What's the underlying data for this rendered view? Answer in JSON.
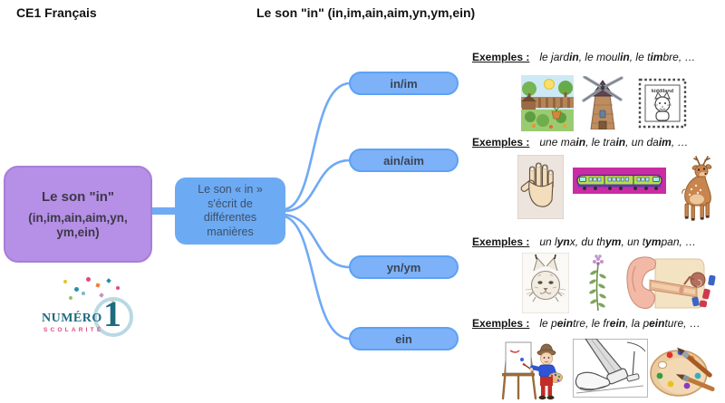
{
  "header": {
    "course": "CE1 Français",
    "title": "Le son \"in\" (in,im,ain,aim,yn,ym,ein)"
  },
  "mindmap": {
    "root": {
      "title": "Le son \"in\"",
      "sub1": "(in,im,ain,aim,yn,",
      "sub2": "ym,ein)"
    },
    "center": {
      "line1": "Le son « in »",
      "line2": "s'écrit de",
      "line3": "différentes",
      "line4": "manières"
    },
    "branches": [
      {
        "label": "in/im"
      },
      {
        "label": "ain/aim"
      },
      {
        "label": "yn/ym"
      },
      {
        "label": "ein"
      }
    ]
  },
  "examples": [
    {
      "label": "Exemples :",
      "segments": [
        [
          "le jard",
          0
        ],
        [
          "in",
          1
        ],
        [
          ", le moul",
          0
        ],
        [
          "in",
          1
        ],
        [
          ", le t",
          0
        ],
        [
          "im",
          1
        ],
        [
          "bre, …",
          0
        ]
      ],
      "pictures": [
        "jardin (garden)",
        "moulin (windmill)",
        "timbre (stamp)"
      ]
    },
    {
      "label": "Exemples :",
      "segments": [
        [
          "une ma",
          0
        ],
        [
          "in",
          1
        ],
        [
          ", le tra",
          0
        ],
        [
          "in",
          1
        ],
        [
          ", un da",
          0
        ],
        [
          "im",
          1
        ],
        [
          ", …",
          0
        ]
      ],
      "pictures": [
        "main (hand)",
        "train",
        "daim (deer)"
      ]
    },
    {
      "label": "Exemples :",
      "segments": [
        [
          "un l",
          0
        ],
        [
          "yn",
          1
        ],
        [
          "x, du th",
          0
        ],
        [
          "ym",
          1
        ],
        [
          ", un t",
          0
        ],
        [
          "ym",
          1
        ],
        [
          "pan, …",
          0
        ]
      ],
      "pictures": [
        "lynx",
        "thym (thyme)",
        "tympan (ear)"
      ]
    },
    {
      "label": "Exemples :",
      "segments": [
        [
          "le p",
          0
        ],
        [
          "ein",
          1
        ],
        [
          "tre, le fr",
          0
        ],
        [
          "ein",
          1
        ],
        [
          ", la p",
          0
        ],
        [
          "ein",
          1
        ],
        [
          "ture, …",
          0
        ]
      ],
      "pictures": [
        "peintre (painter)",
        "frein (brake pedal)",
        "peinture (paint palette)"
      ]
    }
  ],
  "stamp_text": "kiddiland",
  "logo": {
    "word": "NUMÉRO",
    "number": "1",
    "subword": "SCOLARITÉ"
  },
  "colors": {
    "branch_blue": "#70aaf4",
    "pill_fill": "#7db2f8",
    "pill_border": "#5ea1f5",
    "center_fill": "#6caaf3",
    "root_fill": "#b590e6",
    "root_border": "#a67ed8",
    "logo_teal": "#1d6b7e",
    "logo_pink": "#e0487e"
  }
}
